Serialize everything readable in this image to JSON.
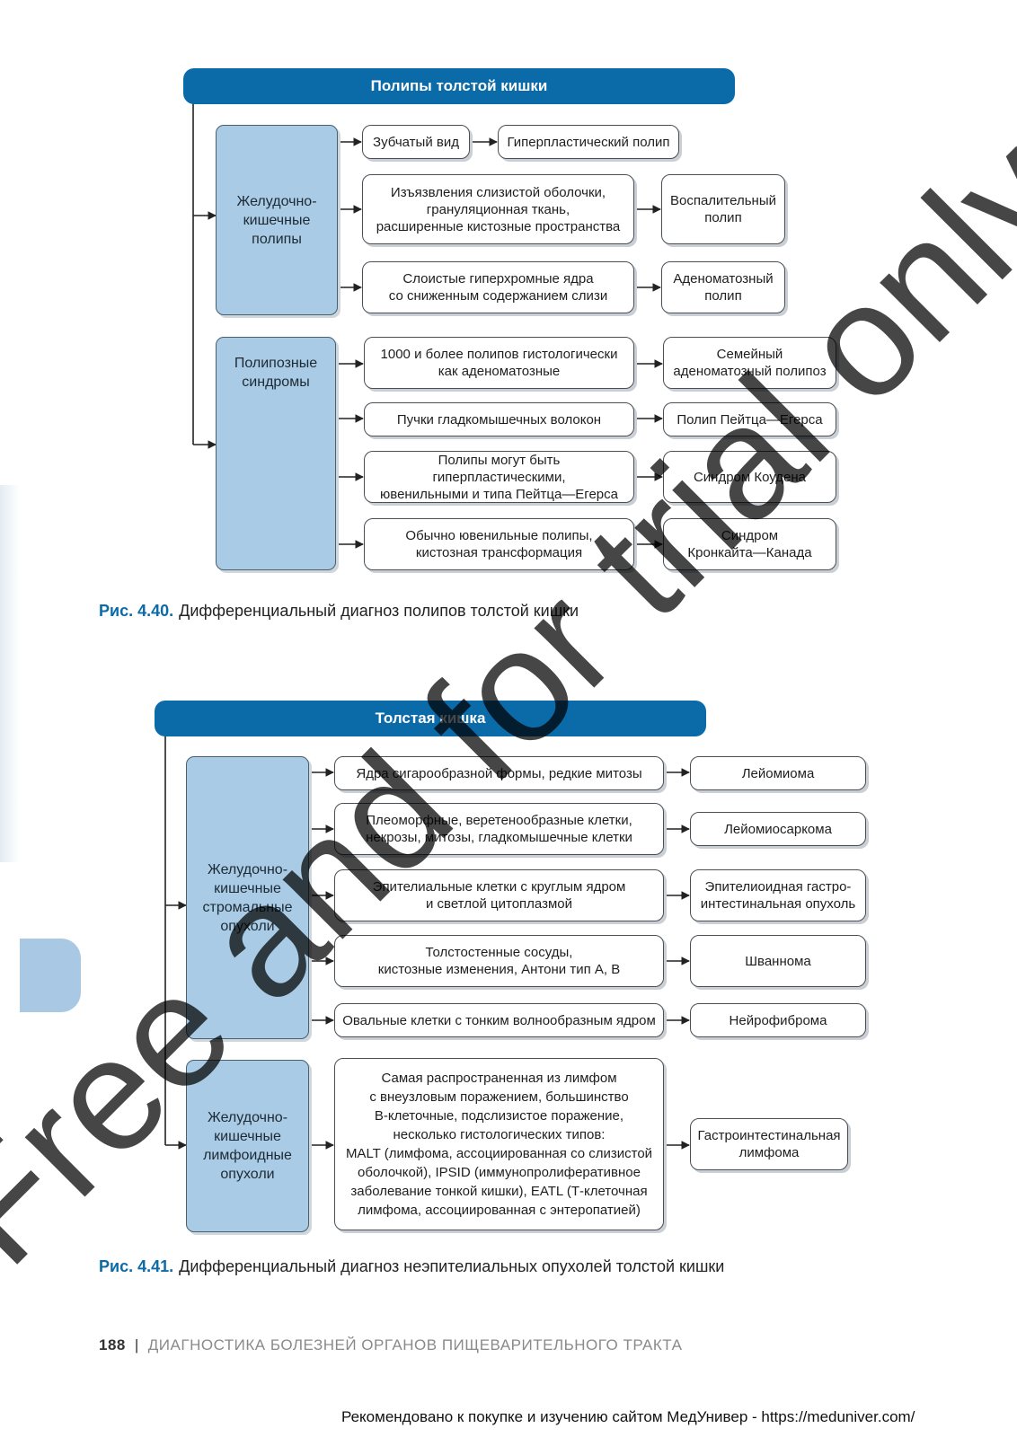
{
  "diagram1": {
    "title": "Полипы толстой кишки",
    "categories": [
      "Желудочно-\nкишечные\nполипы",
      "Полипозные\nсиндромы"
    ],
    "boxes": [
      {
        "text": "Зубчатый вид"
      },
      {
        "text": "Гиперпластический полип"
      },
      {
        "text": "Изъязвления слизистой оболочки,\nгрануляционная ткань,\nрасширенные кистозные пространства"
      },
      {
        "text": "Воспалительный\nполип"
      },
      {
        "text": "Слоистые гиперхромные ядра\nсо сниженным содержанием слизи"
      },
      {
        "text": "Аденоматозный\nполип"
      },
      {
        "text": "1000 и более полипов гистологически\nкак аденоматозные"
      },
      {
        "text": "Семейный\nаденоматозный полипоз"
      },
      {
        "text": "Пучки гладкомышечных волокон"
      },
      {
        "text": "Полип Пейтца—Егерса"
      },
      {
        "text": "Полипы могут быть гиперпластическими,\nювенильными и типа Пейтца—Егерса"
      },
      {
        "text": "Синдром Коудена"
      },
      {
        "text": "Обычно ювенильные полипы,\nкистозная трансформация"
      },
      {
        "text": "Синдром\nКронкайта—Канада"
      }
    ],
    "caption_label": "Рис. 4.40.",
    "caption_text": "Дифференциальный диагноз полипов толстой кишки"
  },
  "diagram2": {
    "title": "Толстая кишка",
    "categories": [
      "Желудочно-\nкишечные\nстромальные\nопухоли",
      "Желудочно-\nкишечные\nлимфоидные\nопухоли"
    ],
    "boxes": [
      {
        "text": "Ядра сигарообразной формы, редкие митозы"
      },
      {
        "text": "Лейомиома"
      },
      {
        "text": "Плеоморфные, веретенообразные клетки,\nнекрозы, митозы, гладкомышечные клетки"
      },
      {
        "text": "Лейомиосаркома"
      },
      {
        "text": "Эпителиальные клетки с круглым ядром\nи светлой цитоплазмой"
      },
      {
        "text": "Эпителиоидная гастро-\nинтестинальная опухоль"
      },
      {
        "text": "Толстостенные сосуды,\nкистозные изменения, Антони тип А, В"
      },
      {
        "text": "Шваннома"
      },
      {
        "text": "Овальные клетки с тонким волнообразным ядром"
      },
      {
        "text": "Нейрофиброма"
      },
      {
        "text": "Самая распространенная из лимфом\nс внеузловым поражением, большинство\nВ-клеточные, подслизистое поражение,\nнесколько гистологических типов:\nMALT (лимфома, ассоциированная со слизистой\nоболочкой), IPSID (иммунопролиферативное\nзаболевание тонкой кишки), EATL (Т-клеточная\nлимфома, ассоциированная с энтеропатией)"
      },
      {
        "text": "Гастроинтестинальная\nлимфома"
      }
    ],
    "caption_label": "Рис. 4.41.",
    "caption_text": "Дифференциальный диагноз неэпителиальных опухолей толстой кишки"
  },
  "footer": {
    "page_number": "188",
    "separator": "|",
    "running_title": "ДИАГНОСТИКА БОЛЕЗНЕЙ ОРГАНОВ ПИЩЕВАРИТЕЛЬНОГО ТРАКТА"
  },
  "promo_text": "Рекомендовано к покупке и изучению сайтом МедУнивер - https://meduniver.com/",
  "watermark": "Free and for trial only",
  "colors": {
    "accent": "#0b6aa8",
    "category_fill": "#a9cbe6",
    "side_tab": "#a8c8e3"
  }
}
